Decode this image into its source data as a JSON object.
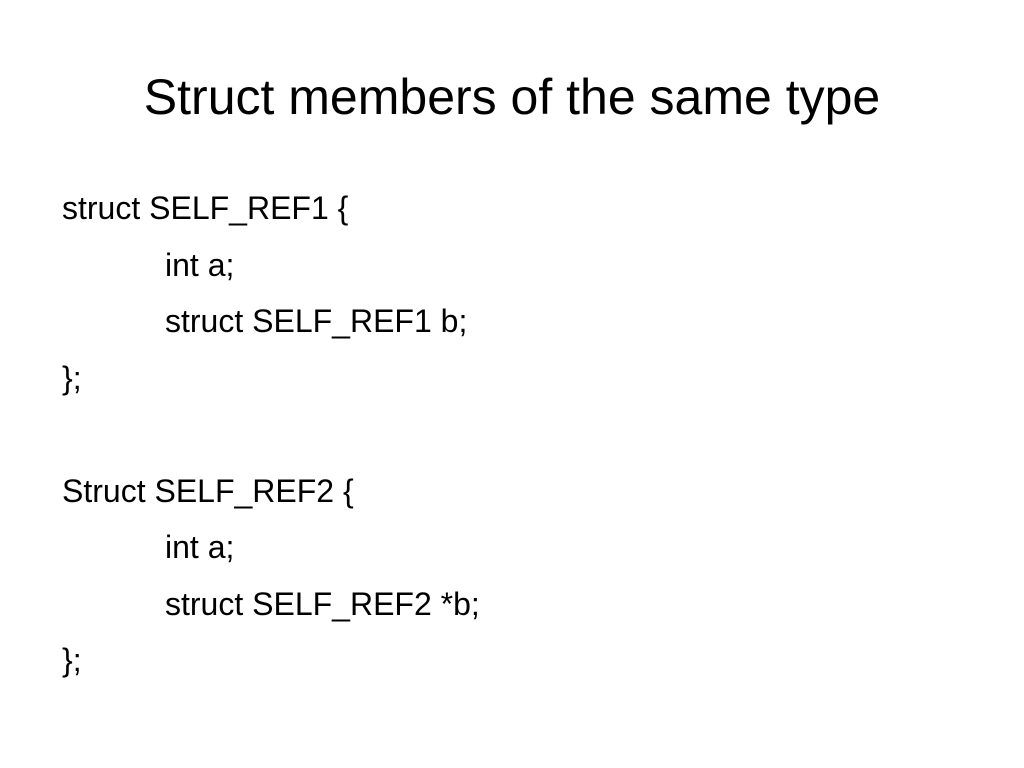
{
  "slide": {
    "title": "Struct members of the same type",
    "lines": [
      {
        "text": "struct SELF_REF1 {",
        "indent": 0
      },
      {
        "text": "int a;",
        "indent": 1
      },
      {
        "text": "struct SELF_REF1 b;",
        "indent": 1
      },
      {
        "text": "};",
        "indent": 0
      },
      {
        "text": "",
        "indent": 0
      },
      {
        "text": "Struct SELF_REF2 {",
        "indent": 0
      },
      {
        "text": "int a;",
        "indent": 1
      },
      {
        "text": "struct SELF_REF2 *b;",
        "indent": 1
      },
      {
        "text": "};",
        "indent": 0
      }
    ]
  }
}
